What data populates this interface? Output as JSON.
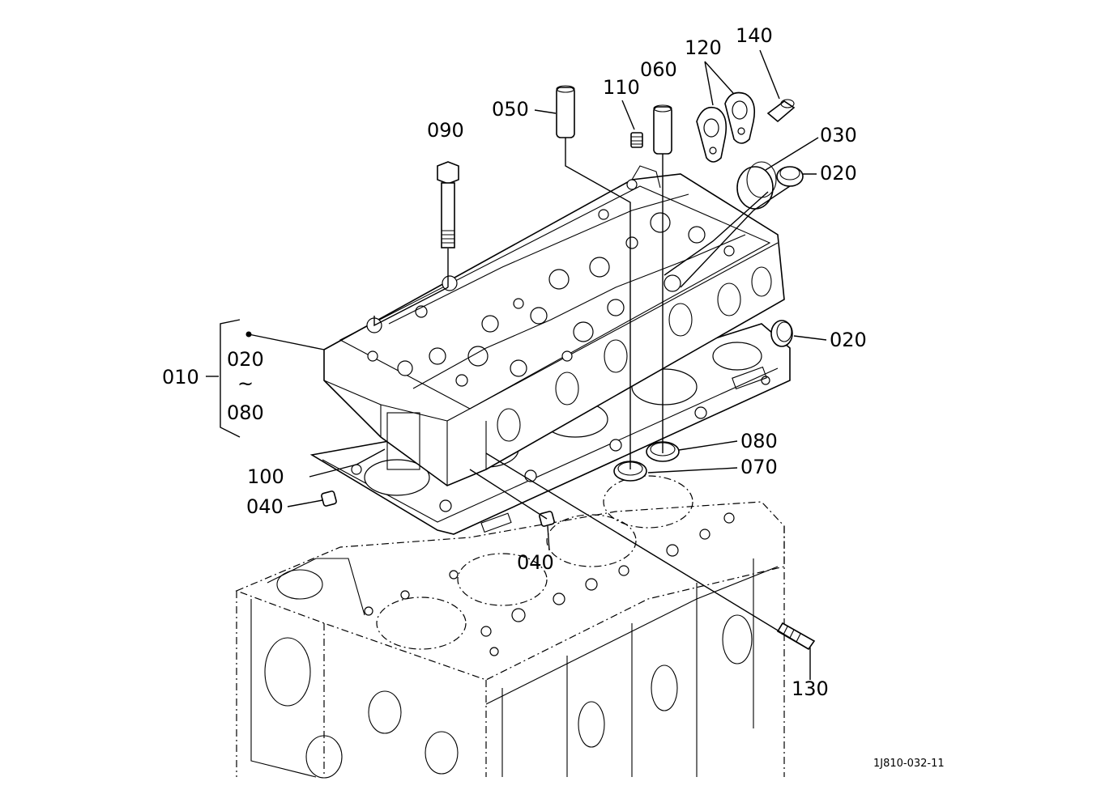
{
  "diagram": {
    "drawing_number": "1J810-032-11",
    "parts": [
      {
        "ref": "010",
        "sub_from": "020",
        "sub_sep": "~",
        "sub_to": "080"
      },
      {
        "ref": "020"
      },
      {
        "ref": "020"
      },
      {
        "ref": "030"
      },
      {
        "ref": "040"
      },
      {
        "ref": "040"
      },
      {
        "ref": "050"
      },
      {
        "ref": "060"
      },
      {
        "ref": "070"
      },
      {
        "ref": "080"
      },
      {
        "ref": "090"
      },
      {
        "ref": "100"
      },
      {
        "ref": "110"
      },
      {
        "ref": "120"
      },
      {
        "ref": "130"
      },
      {
        "ref": "140"
      }
    ]
  }
}
